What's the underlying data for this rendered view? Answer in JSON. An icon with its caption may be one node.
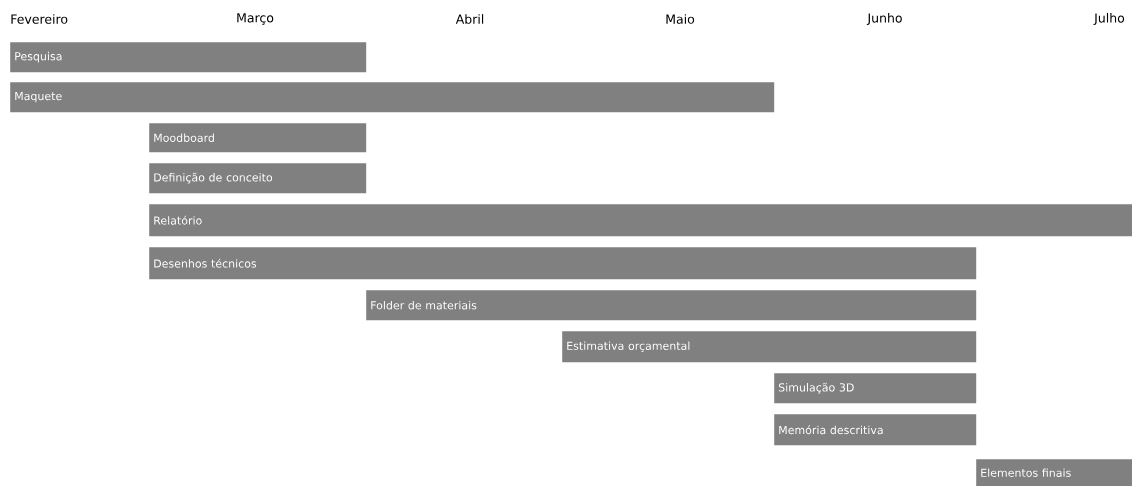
{
  "diagram": {
    "nodes": [
      {
        "text": [
          "Pesquisa"
        ]
      },
      {
        "text": [
          "Maquete"
        ]
      },
      {
        "text": [
          "Moodboard"
        ]
      },
      {
        "text": [
          "Definição de conceito"
        ]
      },
      {
        "text": [
          "Relatório"
        ]
      },
      {
        "text": [
          "Desenhos técnicos"
        ]
      },
      {
        "text": [
          "Folder de materiais"
        ]
      },
      {
        "text": [
          "Estimativa orçamental"
        ]
      },
      {
        "text": [
          "Simulação 3D"
        ]
      },
      {
        "text": [
          "Memória descritiva"
        ]
      },
      {
        "text": [
          "Elementos finais"
        ]
      }
    ],
    "labels": [
      "Fevereiro",
      "Março",
      "Abril",
      "Maio",
      "Junho",
      "Julho"
    ]
  }
}
